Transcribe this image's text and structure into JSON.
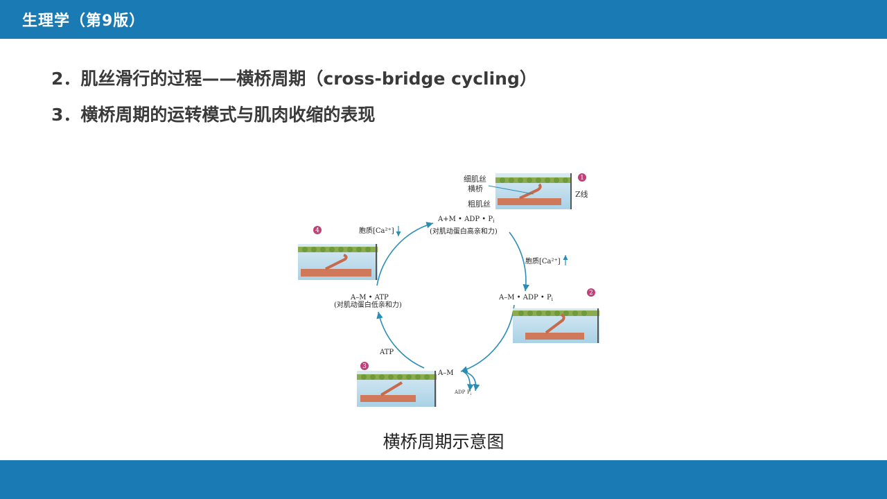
{
  "header": {
    "title": "生理学（第9版）"
  },
  "headings": [
    "2．肌丝滑行的过程——横桥周期（cross-bridge cycling）",
    "3．横桥周期的运转模式与肌肉收缩的表现"
  ],
  "diagram": {
    "legend": {
      "thin": "细肌丝",
      "bridge": "横桥",
      "thick": "粗肌丝",
      "z": "Z线"
    },
    "nums": [
      "1",
      "2",
      "3",
      "4"
    ],
    "state1": {
      "line1": "A+M • ADP • P",
      "sub": "i",
      "line2": "(对肌动蛋白高亲和力)"
    },
    "state2": {
      "line1": "A–M • ADP • P",
      "sub": "i"
    },
    "state3": {
      "line1": "A–M"
    },
    "state4": {
      "line1": "A–M • ATP",
      "line2": "(对肌动蛋白低亲和力)"
    },
    "ca_up": "胞质[Ca²⁺]",
    "ca_down": "胞质[Ca²⁺]",
    "atp": "ATP",
    "release_adp": "ADP",
    "release_pi": "P",
    "release_pi_sub": "i"
  },
  "caption": "横桥周期示意图"
}
